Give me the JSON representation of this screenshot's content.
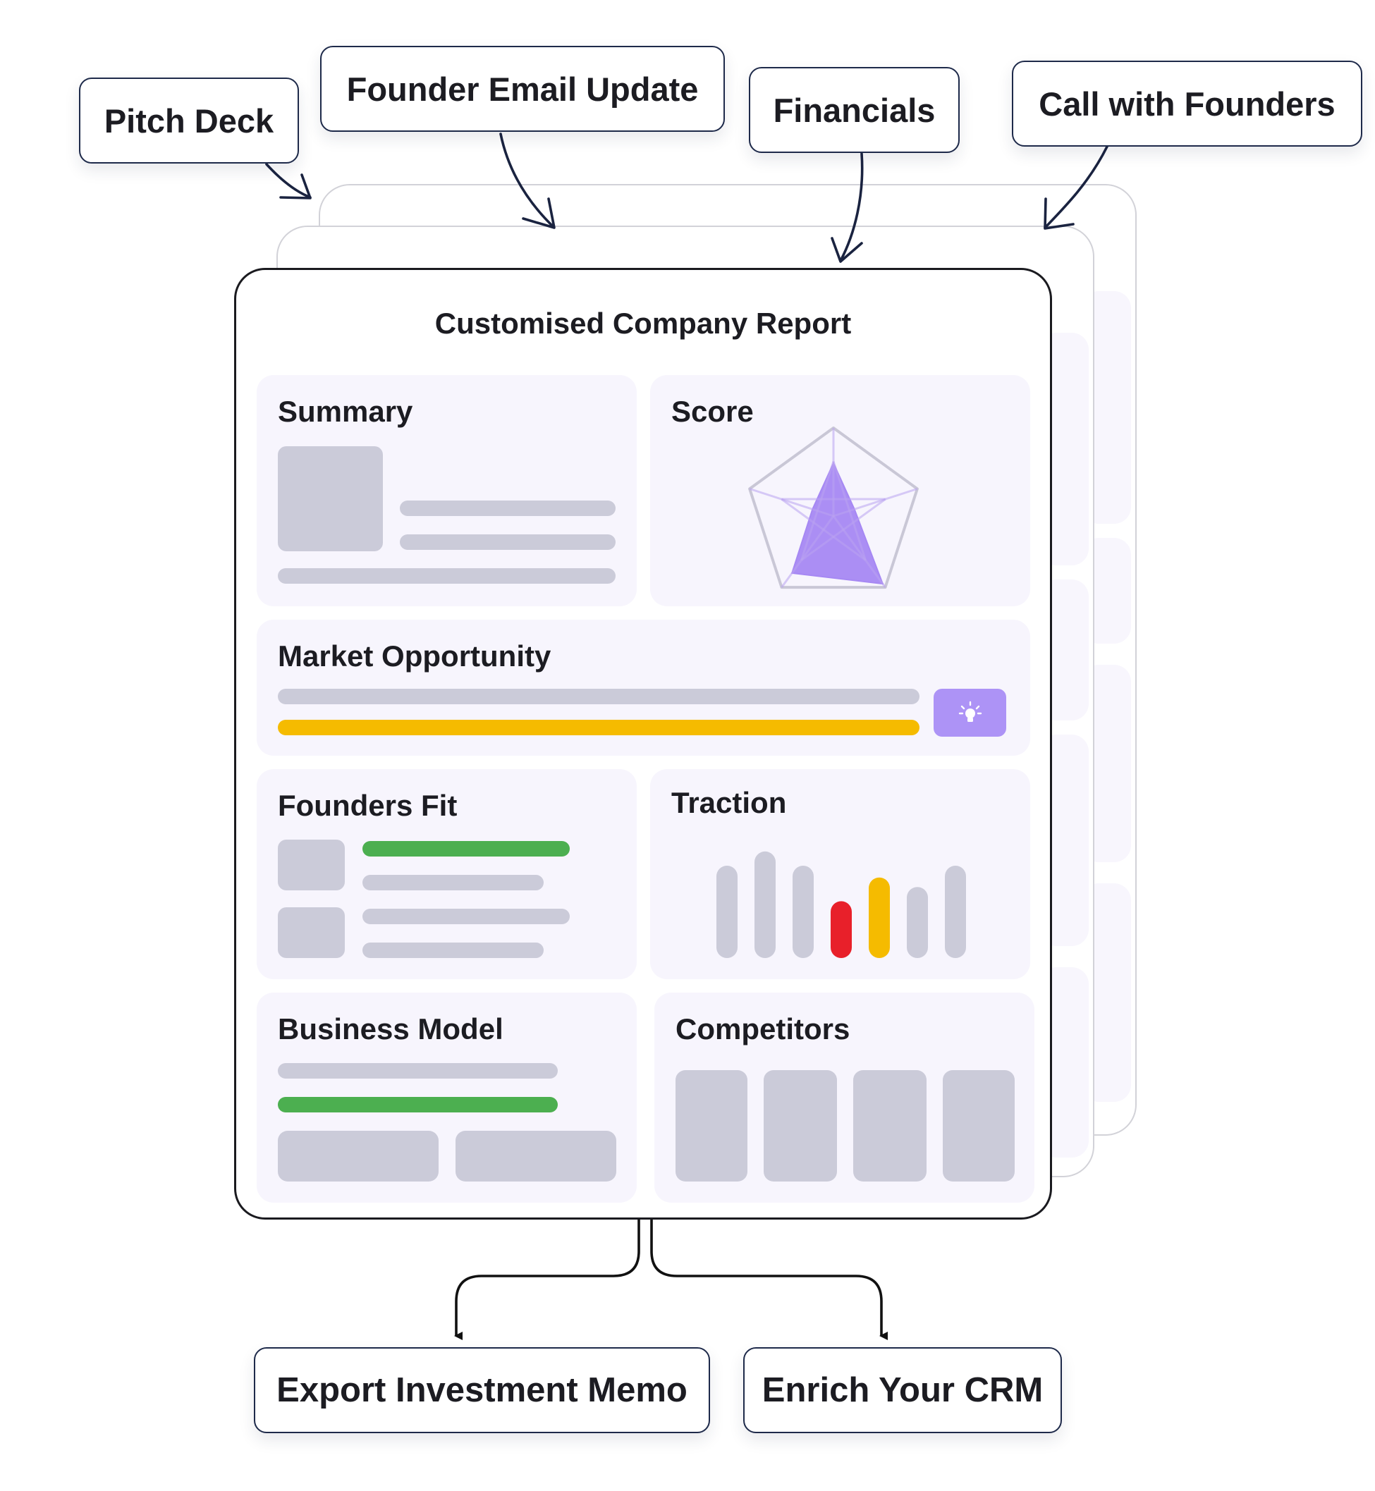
{
  "inputs": [
    {
      "label": "Pitch Deck"
    },
    {
      "label": "Founder Email Update"
    },
    {
      "label": "Financials"
    },
    {
      "label": "Call with Founders"
    }
  ],
  "report": {
    "title": "Customised Company Report",
    "panels": {
      "summary": {
        "title": "Summary"
      },
      "score": {
        "title": "Score",
        "radar_levels": [
          0.6,
          0.25,
          0.95,
          0.8,
          0.25
        ]
      },
      "market": {
        "title": "Market Opportunity",
        "icon": "lightbulb-icon"
      },
      "founders": {
        "title": "Founders Fit"
      },
      "traction": {
        "title": "Traction",
        "bars": [
          {
            "level": 0.78,
            "color": "#cbcbd9"
          },
          {
            "level": 0.9,
            "color": "#cbcbd9"
          },
          {
            "level": 0.78,
            "color": "#cbcbd9"
          },
          {
            "level": 0.48,
            "color": "#e8202a"
          },
          {
            "level": 0.68,
            "color": "#f5bb00"
          },
          {
            "level": 0.6,
            "color": "#cbcbd9"
          },
          {
            "level": 0.78,
            "color": "#cbcbd9"
          }
        ]
      },
      "business": {
        "title": "Business Model"
      },
      "competitors": {
        "title": "Competitors"
      }
    }
  },
  "outputs": [
    {
      "label": "Export Investment Memo"
    },
    {
      "label": "Enrich Your CRM"
    }
  ],
  "colors": {
    "accent_purple": "#ad93f6",
    "green": "#4caf50",
    "yellow": "#f5bb00",
    "red": "#e8202a",
    "placeholder": "#cbcbd9",
    "panel_bg": "#f7f5fd",
    "border_navy": "#1e2a4a"
  }
}
